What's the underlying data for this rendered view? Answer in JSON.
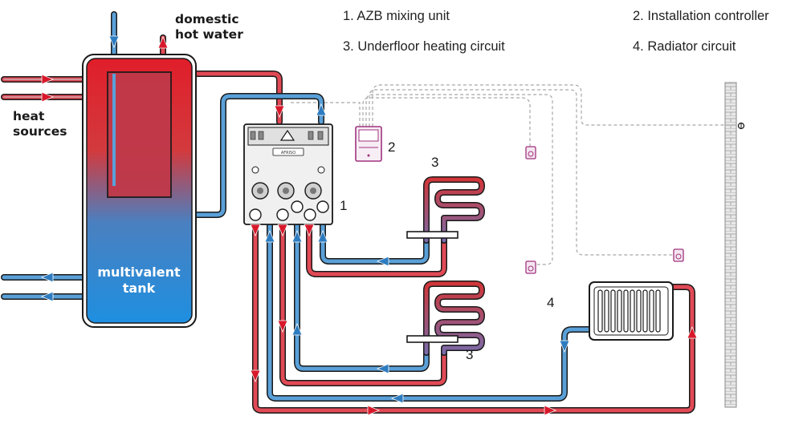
{
  "legend": {
    "item1": "1. AZB mixing unit",
    "item2": "2. Installation controller",
    "item3": "3. Underfloor heating circuit",
    "item4": "4. Radiator circuit"
  },
  "labels": {
    "dhw_line1": "domestic",
    "dhw_line2": "hot water",
    "heat_line1": "heat",
    "heat_line2": "sources",
    "tank_line1": "multivalent",
    "tank_line2": "tank",
    "brand": "AFRISO"
  },
  "callouts": {
    "n1": "1",
    "n2": "2",
    "n3a": "3",
    "n3b": "3",
    "n4": "4"
  },
  "colors": {
    "hot": "#d7192b",
    "cold": "#4a90c8",
    "outline": "#1a1a1a",
    "controller": "#a0327e"
  }
}
